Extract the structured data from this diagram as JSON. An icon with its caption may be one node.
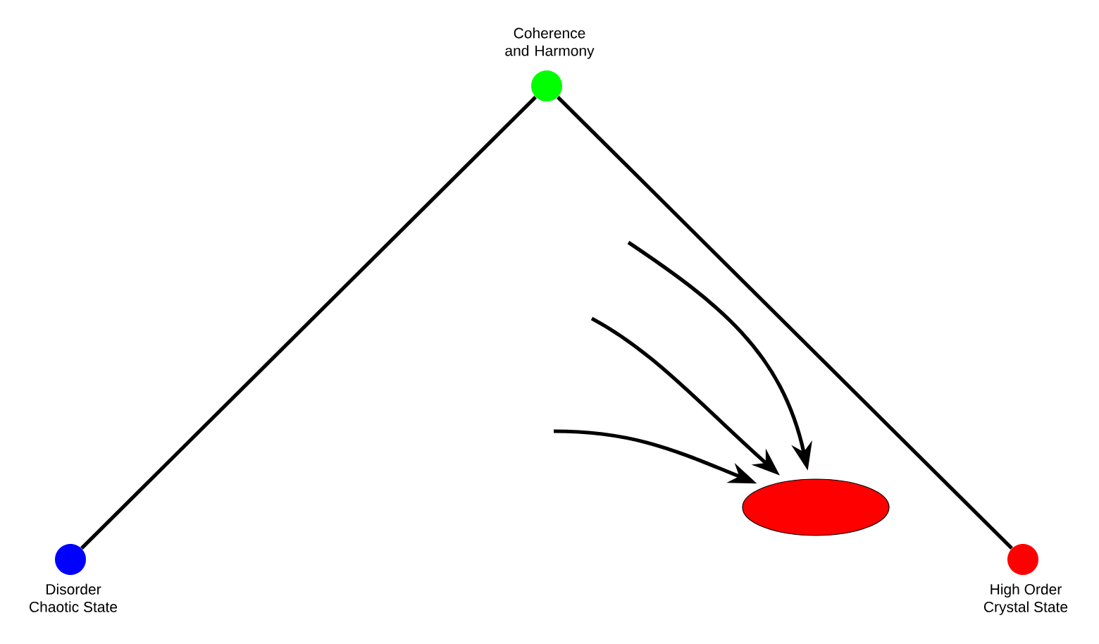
{
  "diagram": {
    "nodes": [
      {
        "text": [
          "Coherence and Harmony"
        ]
      },
      {
        "text": [
          "Disorder",
          "Chaotic State"
        ]
      },
      {
        "text": [
          "High Order",
          "Crystal State"
        ]
      },
      {
        "text": [],
        "shape": "ellipse"
      }
    ],
    "edges": [
      {
        "from": 0,
        "to": 1,
        "arrow": "none"
      },
      {
        "from": 0,
        "to": 2,
        "arrow": "none"
      },
      {
        "from": null,
        "to": 3,
        "arrow": "to"
      },
      {
        "from": null,
        "to": 3,
        "arrow": "to"
      },
      {
        "from": null,
        "to": 3,
        "arrow": "to"
      }
    ]
  }
}
